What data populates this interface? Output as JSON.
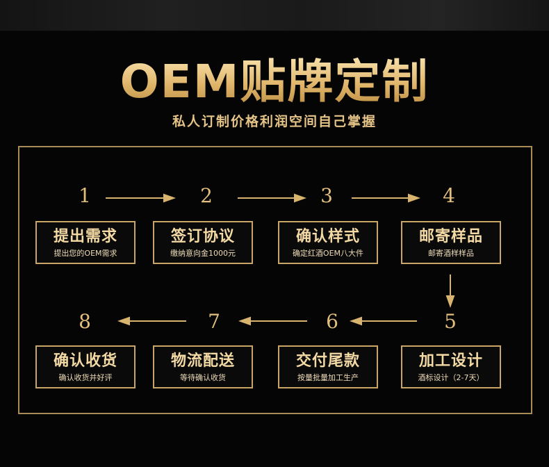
{
  "title": "OEM贴牌定制",
  "subtitle": "私人订制价格利润空间自己掌握",
  "colors": {
    "gold": "#d9b46f",
    "background": "#050505",
    "border": "#a98b55"
  },
  "steps": [
    {
      "num": "1",
      "title": "提出需求",
      "sub": "提出您的OEM需求"
    },
    {
      "num": "2",
      "title": "签订协议",
      "sub": "缴纳意向金1000元"
    },
    {
      "num": "3",
      "title": "确认样式",
      "sub": "确定红酒OEM八大件"
    },
    {
      "num": "4",
      "title": "邮寄样品",
      "sub": "邮寄酒样样品"
    },
    {
      "num": "5",
      "title": "加工设计",
      "sub": "酒标设计（2-7天）"
    },
    {
      "num": "6",
      "title": "交付尾款",
      "sub": "按量批量加工生产"
    },
    {
      "num": "7",
      "title": "物流配送",
      "sub": "等待确认收货"
    },
    {
      "num": "8",
      "title": "确认收货",
      "sub": "确认收货并好评"
    }
  ]
}
